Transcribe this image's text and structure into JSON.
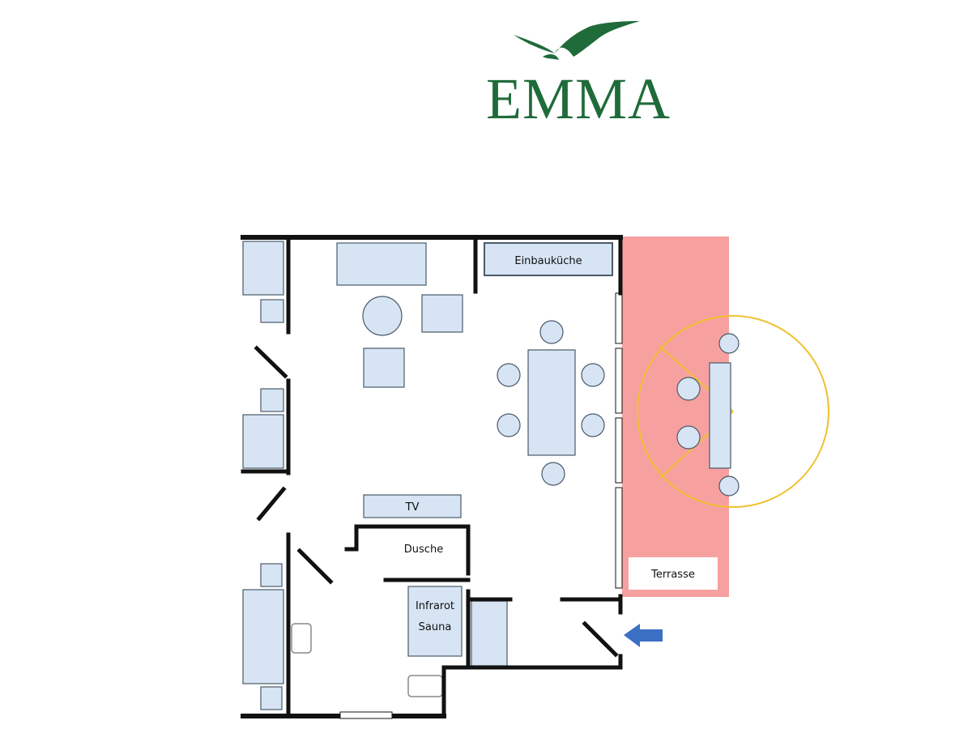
{
  "brand": {
    "name": "EMMA",
    "color": "#1f6b3a"
  },
  "plan": {
    "wall_color": "#111111",
    "furniture_fill": "#d6e4f3",
    "furniture_stroke": "#4a5a6a",
    "terrace_fill": "#f7a0a0",
    "pool_stroke": "#f0c030",
    "arrow_color": "#3b6fc4",
    "labels": {
      "kitchen": "Einbauküche",
      "tv": "TV",
      "shower": "Dusche",
      "sauna_line1": "Infrarot",
      "sauna_line2": "Sauna",
      "terrace": "Terrasse"
    }
  }
}
